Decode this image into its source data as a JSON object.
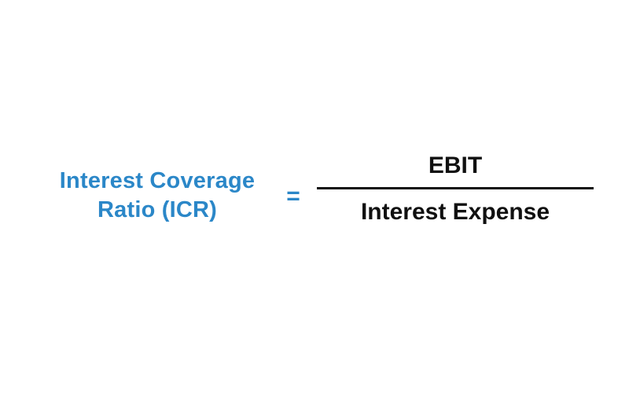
{
  "colors": {
    "background": "#ffffff",
    "accent_blue": "#2B87C8",
    "text_black": "#101010"
  },
  "formula": {
    "lhs": {
      "line1": "Interest Coverage",
      "line2": "Ratio (ICR)"
    },
    "equals_sign": "=",
    "rhs": {
      "numerator": "EBIT",
      "denominator": "Interest Expense"
    }
  }
}
